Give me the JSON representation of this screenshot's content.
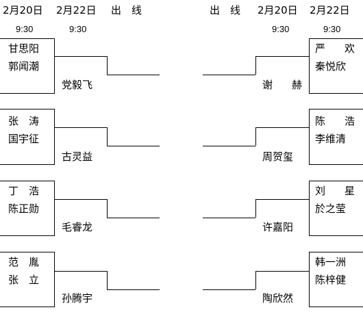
{
  "header": {
    "left": {
      "round1": "2月20日",
      "round2": "2月22日",
      "final": "出　线"
    },
    "right": {
      "final": "出　线",
      "round1": "2月20日",
      "round2": "2月22日"
    }
  },
  "times": {
    "left_round1": "9:30",
    "left_round2": "9:30",
    "right_round1": "9:30",
    "right_round2": "9:30"
  },
  "left": [
    {
      "player_a": "甘思阳",
      "player_b": "郭闻潮",
      "winner": "党毅飞"
    },
    {
      "player_a": "张　涛",
      "player_b": "国宇征",
      "winner": "古灵益"
    },
    {
      "player_a": "丁　浩",
      "player_b": "陈正勋",
      "winner": "毛睿龙"
    },
    {
      "player_a": "范　胤",
      "player_b": "张　立",
      "winner": "孙腾宇"
    }
  ],
  "right": [
    {
      "player_a": "严　欢",
      "player_b": "秦悦欣",
      "winner": "谢　赫"
    },
    {
      "player_a": "陈　浩",
      "player_b": "李维清",
      "winner": "周贺玺"
    },
    {
      "player_a": "刘　星",
      "player_b": "於之莹",
      "winner": "许嘉阳"
    },
    {
      "player_a": "韩一洲",
      "player_b": "陈梓健",
      "winner": "陶欣然"
    }
  ]
}
